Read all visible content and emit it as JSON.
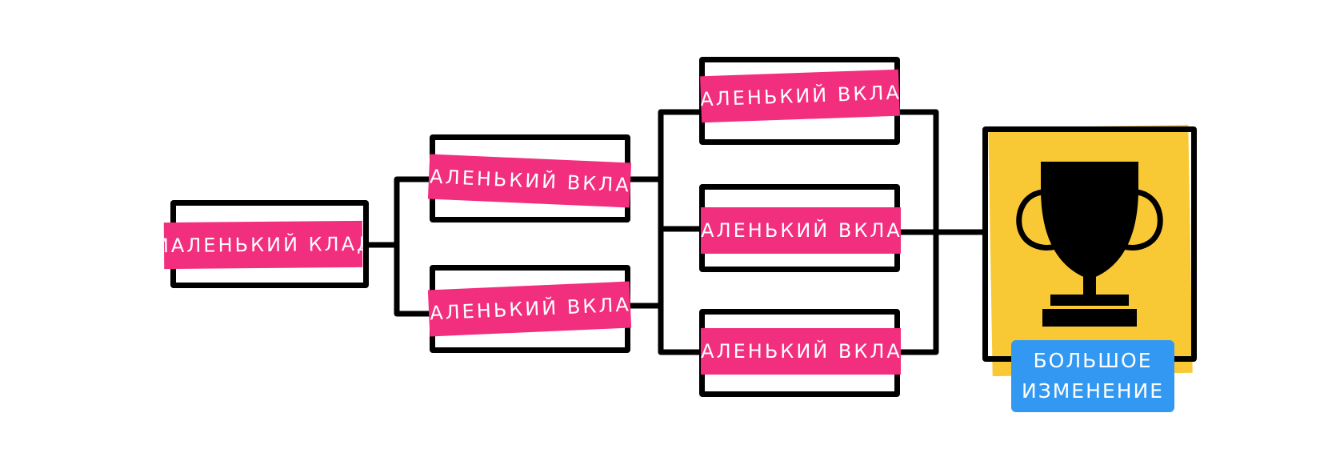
{
  "colors": {
    "pink": "#F22E7E",
    "yellow": "#F9C935",
    "blue": "#3398F2",
    "line": "#000000"
  },
  "contributions": [
    {
      "label": "МАЛЕНЬКИЙ КЛАД"
    },
    {
      "label": "МАЛЕНЬКИЙ ВКЛАД"
    },
    {
      "label": "МАЛЕНЬКИЙ ВКЛАД"
    },
    {
      "label": "МАЛЕНЬКИЙ ВКЛАД"
    },
    {
      "label": "МАЛЕНЬКИЙ ВКЛАД"
    },
    {
      "label": "МАЛЕНЬКИЙ ВКЛАД"
    }
  ],
  "result": {
    "line1": "БОЛЬШОЕ",
    "line2": "ИЗМЕНЕНИЕ",
    "icon": "trophy-icon"
  }
}
